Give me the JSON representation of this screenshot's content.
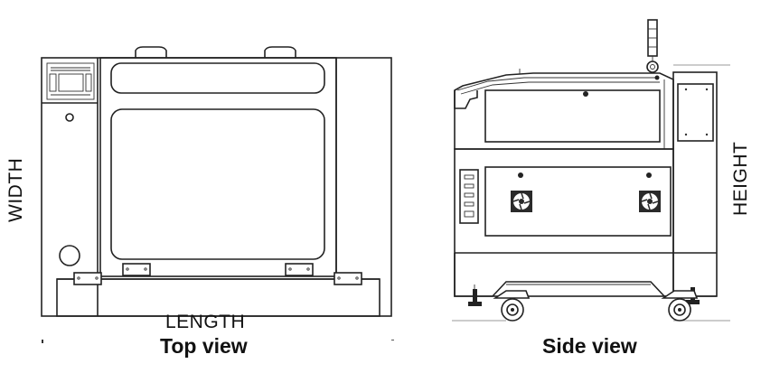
{
  "labels": {
    "width": "WIDTH",
    "length": "LENGTH",
    "height": "HEIGHT"
  },
  "captions": {
    "top_view": "Top view",
    "side_view": "Side view"
  }
}
